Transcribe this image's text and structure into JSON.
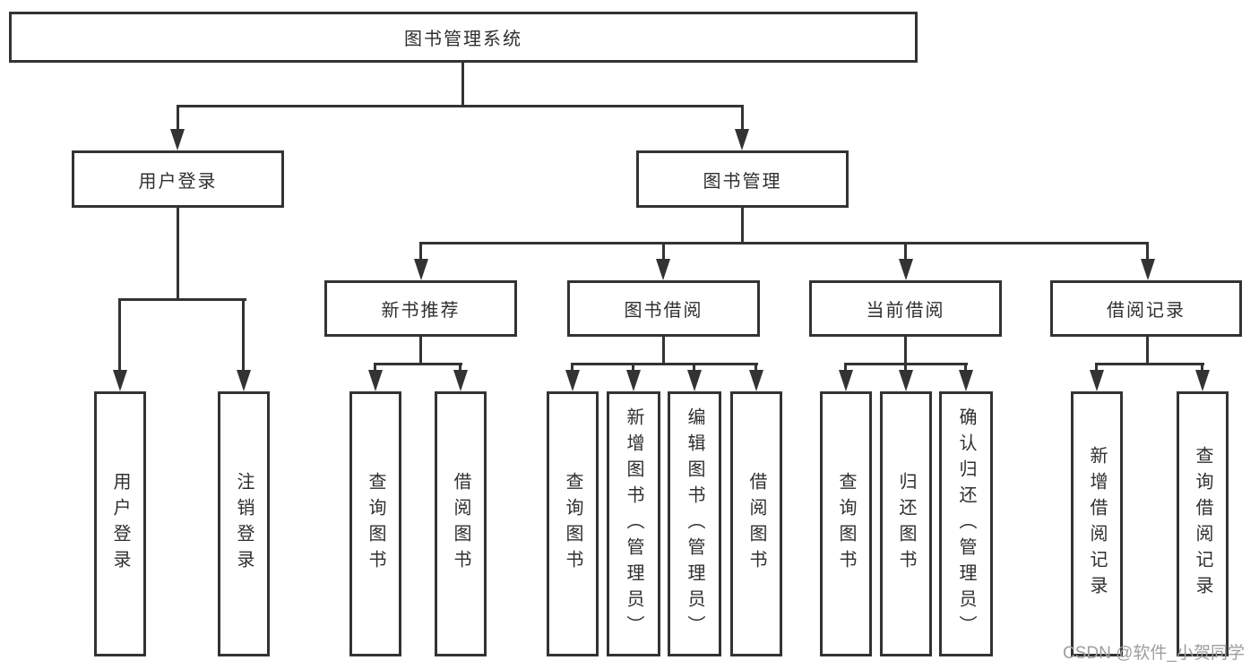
{
  "colors": {
    "line": "#333333",
    "box_border": "#333333",
    "box_fill": "#ffffff",
    "text": "#2f2f2f",
    "watermark": "#9e9e9e"
  },
  "watermark": {
    "text": "CSDN @软件_小贺同学"
  },
  "tree": {
    "root": {
      "label": "图书管理系统"
    },
    "children": [
      {
        "label": "用户登录",
        "children": [
          {
            "label": "用户登录"
          },
          {
            "label": "注销登录"
          }
        ]
      },
      {
        "label": "图书管理",
        "children": [
          {
            "label": "新书推荐",
            "children": [
              {
                "label": "查询图书"
              },
              {
                "label": "借阅图书"
              }
            ]
          },
          {
            "label": "图书借阅",
            "children": [
              {
                "label": "查询图书"
              },
              {
                "label": "新增图书（管理员）"
              },
              {
                "label": "编辑图书（管理员）"
              },
              {
                "label": "借阅图书"
              }
            ]
          },
          {
            "label": "当前借阅",
            "children": [
              {
                "label": "查询图书"
              },
              {
                "label": "归还图书"
              },
              {
                "label": "确认归还（管理员）"
              }
            ]
          },
          {
            "label": "借阅记录",
            "children": [
              {
                "label": "新增借阅记录"
              },
              {
                "label": "查询借阅记录"
              }
            ]
          }
        ]
      }
    ]
  }
}
